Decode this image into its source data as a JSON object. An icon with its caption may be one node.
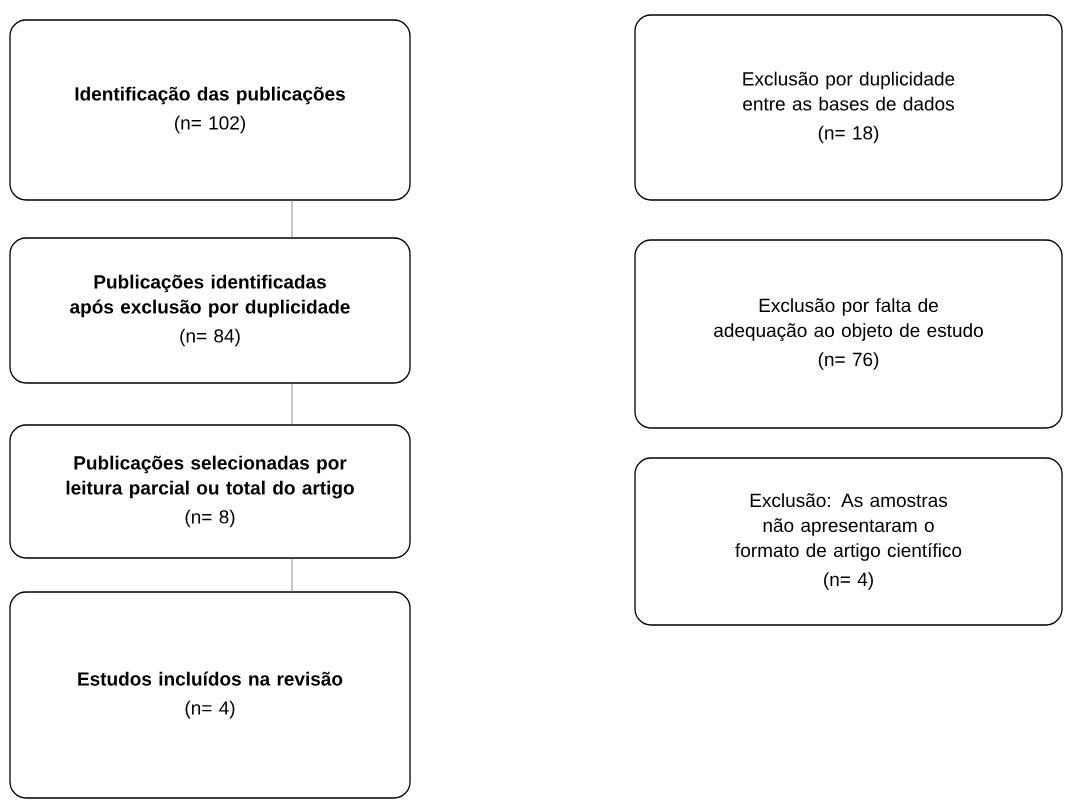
{
  "diagram": {
    "nodes": [
      {
        "text": [
          "Identificação das publicações",
          "(n= 102)"
        ]
      },
      {
        "text": [
          "Publicações identificadas após exclusão por duplicidade",
          "(n= 84)"
        ]
      },
      {
        "text": [
          "Publicações selecionadas por leitura parcial ou total do artigo",
          "(n= 8)"
        ]
      },
      {
        "text": [
          "Estudos incluídos na revisão",
          "(n= 4)"
        ]
      },
      {
        "text": [
          "Exclusão por duplicidade entre as bases de dados",
          "(n= 18)"
        ]
      },
      {
        "text": [
          "Exclusão por falta de adequação ao objeto de estudo",
          "(n= 76)"
        ]
      },
      {
        "text": [
          "Exclusão: As amostras não apresentaram o formato de artigo científico",
          "(n= 4)"
        ]
      }
    ],
    "edges": [
      {
        "from": 0,
        "to": 1,
        "arrow": "none"
      },
      {
        "from": 1,
        "to": 2,
        "arrow": "none"
      },
      {
        "from": 2,
        "to": 3,
        "arrow": "none"
      }
    ]
  }
}
